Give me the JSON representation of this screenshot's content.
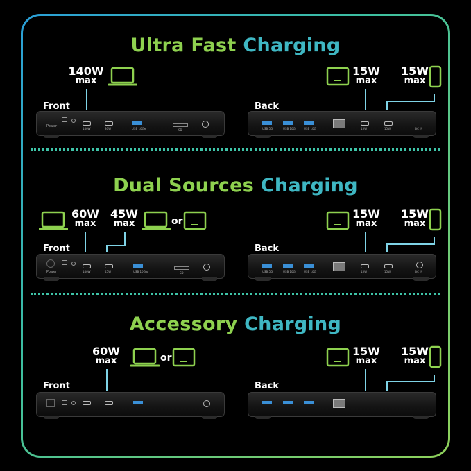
{
  "sections": [
    {
      "title_bold": "Ultra Fast",
      "title_rest": "Charging",
      "front_label": "Front",
      "back_label": "Back",
      "front_ports": {
        "power": "Power",
        "c140": "140W",
        "tb": "80W",
        "usb": "USB 10G⇆",
        "sd": "SD"
      },
      "back_ports": {
        "u1": "USB 5G",
        "u2": "USB 10G",
        "u3": "USB 10G",
        "t1": "15W",
        "t2": "15W",
        "dc": "DC IN"
      },
      "watts": [
        {
          "w": "140W",
          "m": "max"
        },
        {
          "w": "15W",
          "m": "max"
        },
        {
          "w": "15W",
          "m": "max"
        }
      ]
    },
    {
      "title_bold": "Dual Sources",
      "title_rest": "Charging",
      "front_label": "Front",
      "back_label": "Back",
      "front_ports": {
        "power": "Power",
        "c140": "140W",
        "tb": "45W",
        "usb": "USB 10G⇆",
        "sd": "SD"
      },
      "back_ports": {
        "u1": "USB 5G",
        "u2": "USB 10G",
        "u3": "USB 10G",
        "t1": "15W",
        "t2": "15W",
        "dc": "DC IN"
      },
      "watts": [
        {
          "w": "60W",
          "m": "max"
        },
        {
          "w": "45W",
          "m": "max"
        },
        {
          "w": "15W",
          "m": "max"
        },
        {
          "w": "15W",
          "m": "max"
        }
      ],
      "or": "or"
    },
    {
      "title_bold": "Accessory",
      "title_rest": "Charging",
      "front_label": "Front",
      "back_label": "Back",
      "watts": [
        {
          "w": "60W",
          "m": "max"
        },
        {
          "w": "15W",
          "m": "max"
        },
        {
          "w": "15W",
          "m": "max"
        }
      ],
      "or": "or"
    }
  ],
  "colors": {
    "green": "#8ed14f",
    "teal": "#3fb7c3",
    "line": "#7fd3e6"
  },
  "icons": [
    "laptop-icon",
    "phone-icon",
    "lightning-icon"
  ]
}
